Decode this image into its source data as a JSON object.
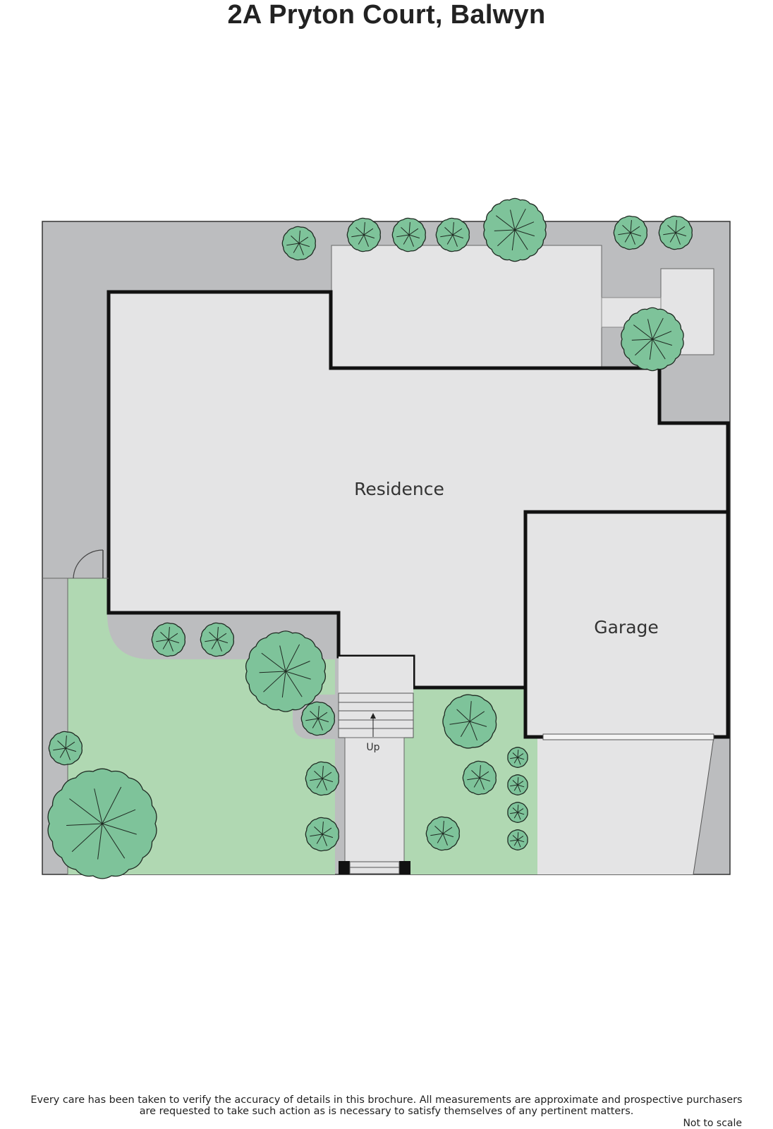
{
  "title": "2A Pryton Court, Balwyn",
  "labels": {
    "residence": "Residence",
    "garage": "Garage",
    "stairs_direction": "Up"
  },
  "footer": {
    "disclaimer_line1": "Every care has been taken to verify the accuracy of details in this brochure.  All measurements are approximate and prospective purchasers",
    "disclaimer_line2": "are requested to take such action as is necessary to satisfy themselves of any pertinent matters.",
    "scale_note": "Not to scale"
  },
  "colors": {
    "paving": "#bcbdbf",
    "building": "#e4e4e5",
    "lawn": "#b0d8b2",
    "tree": "#7ec39a",
    "wall": "#111111"
  },
  "icons": [
    "tree-icon",
    "stairs-up-arrow-icon",
    "door-swing-icon"
  ]
}
